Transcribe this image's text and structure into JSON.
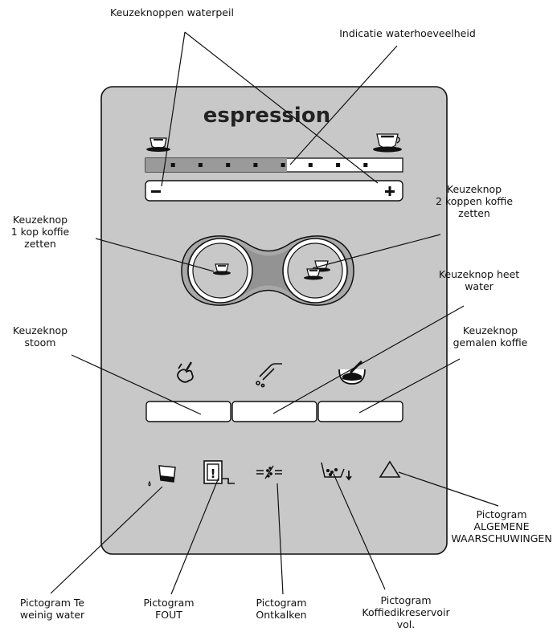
{
  "brand": "espression",
  "labels": {
    "waterpeil": "Keuzeknoppen waterpeil",
    "indicatie": "Indicatie waterhoeveelheid",
    "een_kop": "Keuzeknop\n1 kop koffie\nzetten",
    "twee_kop": "Keuzeknop\n2 koppen koffie\nzetten",
    "heet_water": "Keuzeknop heet\nwater",
    "stoom": "Keuzeknop\nstoom",
    "gemalen": "Keuzeknop\ngemalen koffie",
    "algemene": "Pictogram\nALGEMENE\nWAARSCHUWINGEN",
    "te_weinig": "Pictogram Te\nweinig water",
    "fout": "Pictogram\nFOUT",
    "ontkalken": "Pictogram\nOntkalken",
    "koffiedik": "Pictogram\nKoffiedikreservoir\nvol."
  },
  "water_level": {
    "total_segments": 8,
    "filled_fraction": 0.55
  },
  "icons": {
    "minus": "−",
    "plus": "+",
    "warning": "△"
  },
  "colors": {
    "panel": "#c8c8c8",
    "bar_dark": "#9a9a9a",
    "white": "#ffffff",
    "line": "#111111"
  }
}
